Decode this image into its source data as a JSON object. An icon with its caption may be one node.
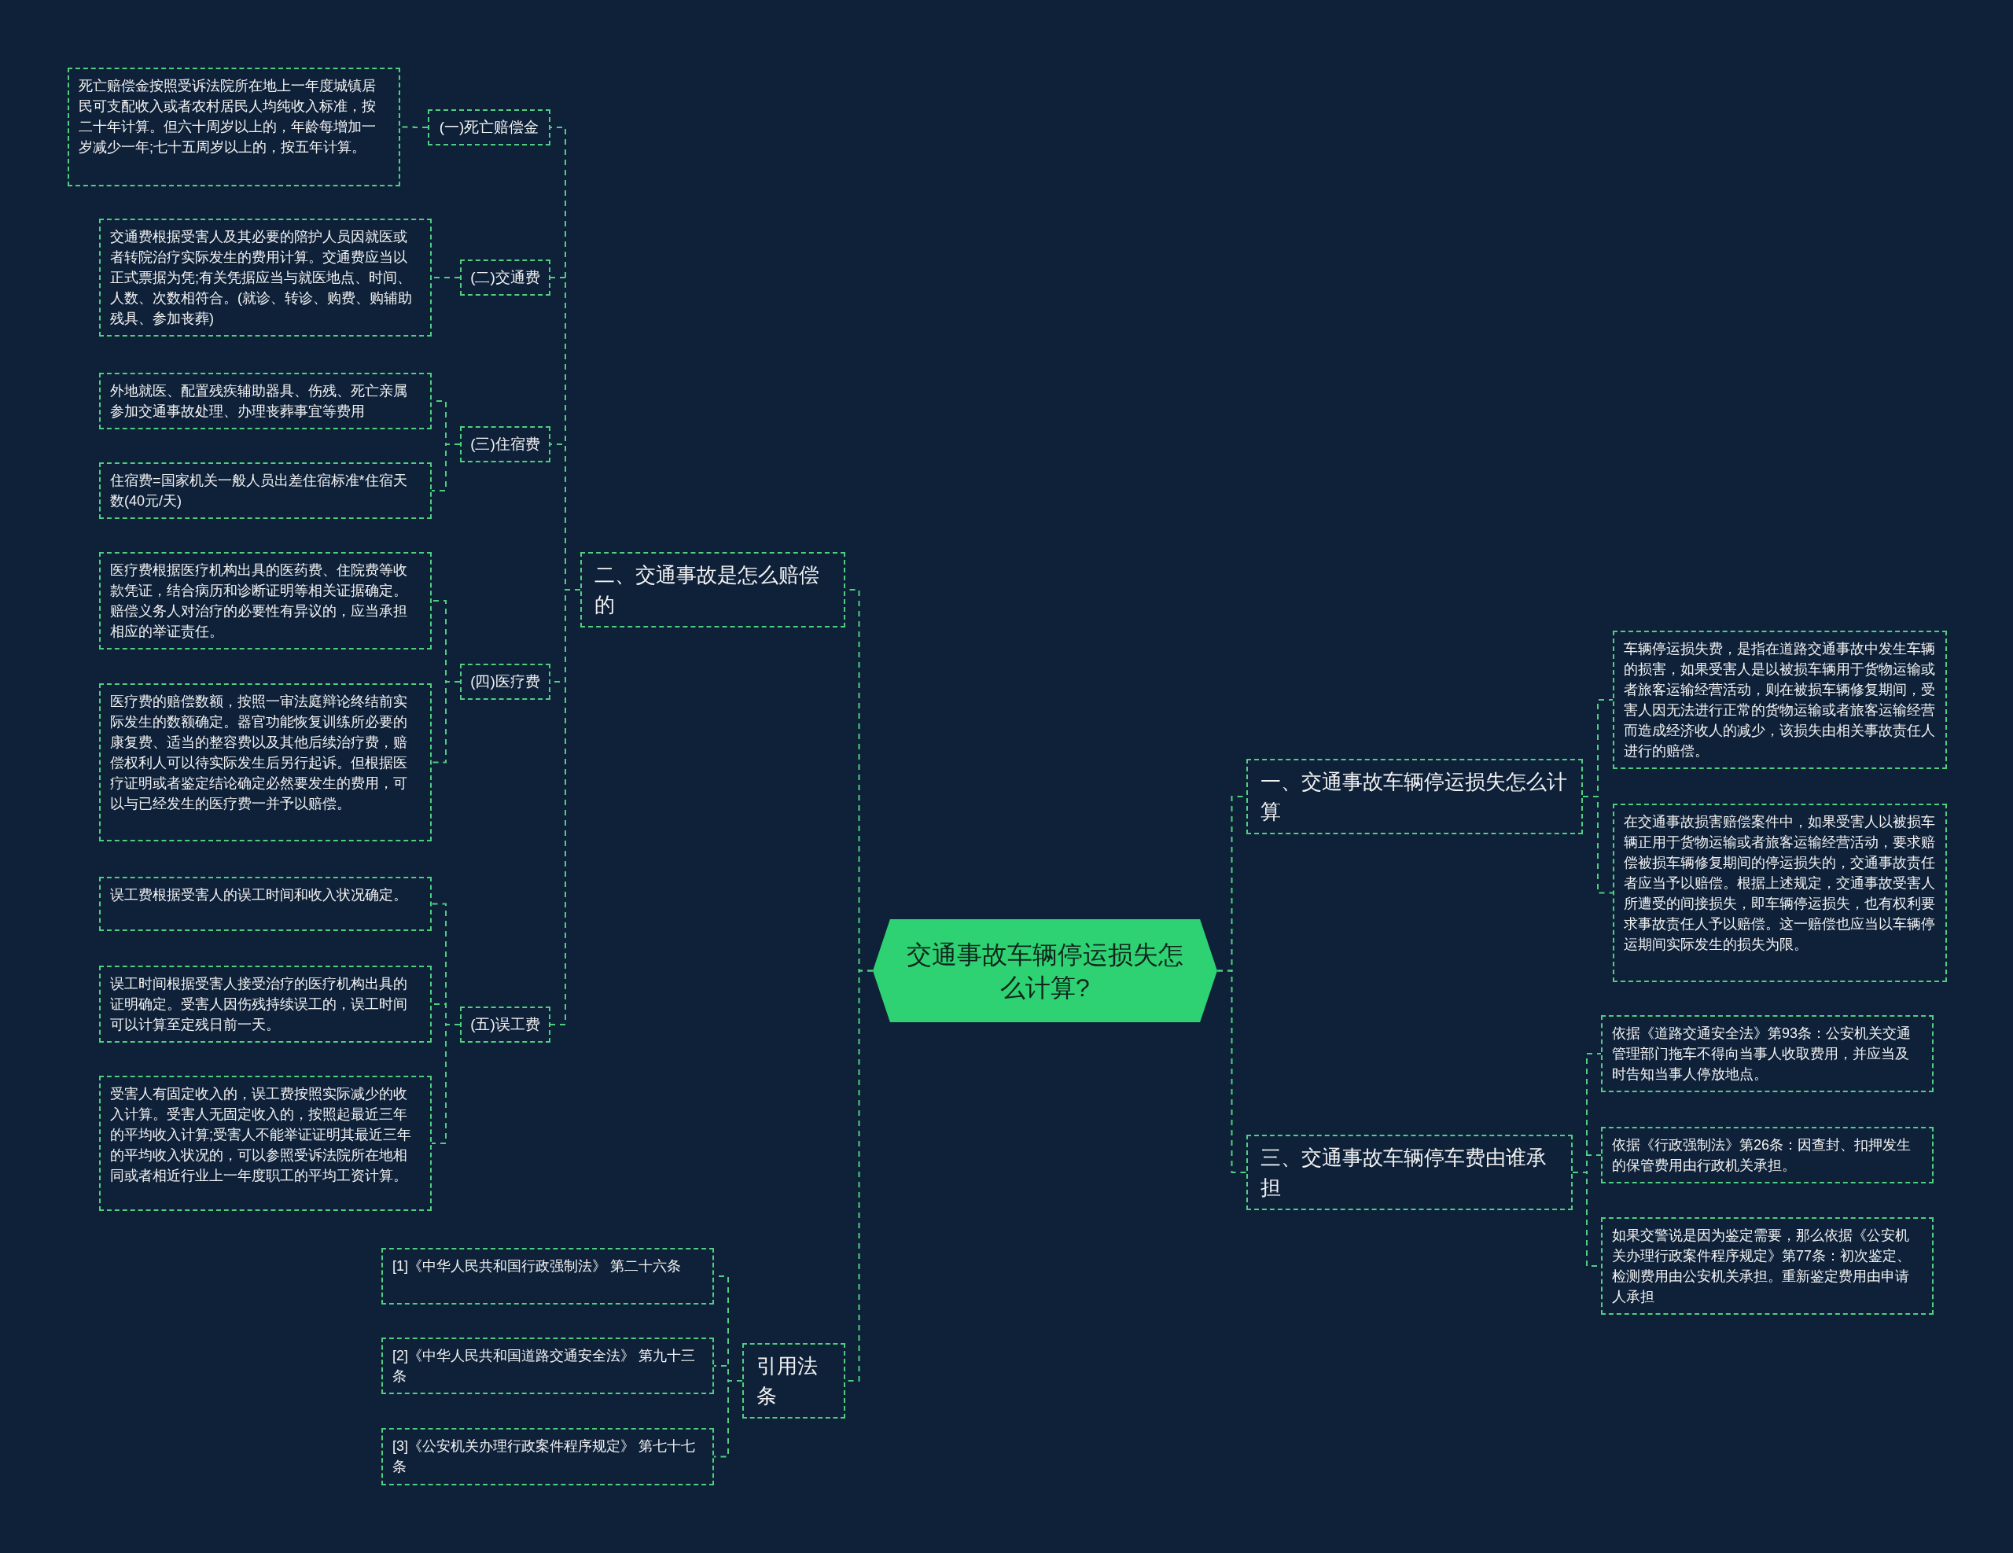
{
  "diagram": {
    "nodes": [
      {
        "text": [
          "交通事故车辆停运损失怎么计算?"
        ]
      },
      {
        "text": [
          "二、交通事故是怎么赔偿的"
        ]
      },
      {
        "text": [
          "(一)死亡赔偿金"
        ]
      },
      {
        "text": [
          "死亡赔偿金按照受诉法院所在地上一年度城镇居民可支配收入或者农村居民人均纯收入标准，按二十年计算。但六十周岁以上的，年龄每增加一岁减少一年;七十五周岁以上的，按五年计算。"
        ]
      },
      {
        "text": [
          "(二)交通费"
        ]
      },
      {
        "text": [
          "交通费根据受害人及其必要的陪护人员因就医或者转院治疗实际发生的费用计算。交通费应当以正式票据为凭;有关凭据应当与就医地点、时间、人数、次数相符合。(就诊、转诊、购费、购辅助残具、参加丧葬)"
        ]
      },
      {
        "text": [
          "(三)住宿费"
        ]
      },
      {
        "text": [
          "外地就医、配置残疾辅助器具、伤残、死亡亲属参加交通事故处理、办理丧葬事宜等费用"
        ]
      },
      {
        "text": [
          "住宿费=国家机关一般人员出差住宿标准*住宿天数(40元/天)"
        ]
      },
      {
        "text": [
          "(四)医疗费"
        ]
      },
      {
        "text": [
          "医疗费根据医疗机构出具的医药费、住院费等收款凭证，结合病历和诊断证明等相关证据确定。赔偿义务人对治疗的必要性有异议的，应当承担相应的举证责任。"
        ]
      },
      {
        "text": [
          "医疗费的赔偿数额，按照一审法庭辩论终结前实际发生的数额确定。器官功能恢复训练所必要的康复费、适当的整容费以及其他后续治疗费，赔偿权利人可以待实际发生后另行起诉。但根据医疗证明或者鉴定结论确定必然要发生的费用，可以与已经发生的医疗费一并予以赔偿。"
        ]
      },
      {
        "text": [
          "(五)误工费"
        ]
      },
      {
        "text": [
          "误工费根据受害人的误工时间和收入状况确定。"
        ]
      },
      {
        "text": [
          "误工时间根据受害人接受治疗的医疗机构出具的证明确定。受害人因伤残持续误工的，误工时间可以计算至定残日前一天。"
        ]
      },
      {
        "text": [
          "受害人有固定收入的，误工费按照实际减少的收入计算。受害人无固定收入的，按照起最近三年的平均收入计算;受害人不能举证证明其最近三年的平均收入状况的，可以参照受诉法院所在地相同或者相近行业上一年度职工的平均工资计算。"
        ]
      },
      {
        "text": [
          "引用法条"
        ]
      },
      {
        "text": [
          "[1]《中华人民共和国行政强制法》 第二十六条"
        ]
      },
      {
        "text": [
          "[2]《中华人民共和国道路交通安全法》 第九十三条"
        ]
      },
      {
        "text": [
          "[3]《公安机关办理行政案件程序规定》 第七十七条"
        ]
      },
      {
        "text": [
          "一、交通事故车辆停运损失怎么计算"
        ]
      },
      {
        "text": [
          "车辆停运损失费，是指在道路交通事故中发生车辆的损害，如果受害人是以被损车辆用于货物运输或者旅客运输经营活动，则在被损车辆修复期间，受害人因无法进行正常的货物运输或者旅客运输经营而造成经济收人的减少，该损失由相关事故责任人进行的赔偿。"
        ]
      },
      {
        "text": [
          "在交通事故损害赔偿案件中，如果受害人以被损车辆正用于货物运输或者旅客运输经营活动，要求赔偿被损车辆修复期间的停运损失的，交通事故责任者应当予以赔偿。根据上述规定，交通事故受害人所遭受的间接损失，即车辆停运损失，也有权利要求事故责任人予以赔偿。这一赔偿也应当以车辆停运期间实际发生的损失为限。"
        ]
      },
      {
        "text": [
          "三、交通事故车辆停车费由谁承担"
        ]
      },
      {
        "text": [
          "依据《道路交通安全法》第93条：公安机关交通管理部门拖车不得向当事人收取费用，并应当及时告知当事人停放地点。"
        ]
      },
      {
        "text": [
          "依据《行政强制法》第26条：因查封、扣押发生的保管费用由行政机关承担。"
        ]
      },
      {
        "text": [
          "如果交警说是因为鉴定需要，那么依据《公安机关办理行政案件程序规定》第77条：初次鉴定、检测费用由公安机关承担。重新鉴定费用由申请人承担"
        ]
      }
    ],
    "edges": [
      {
        "from": 0,
        "to": 1,
        "arrow": "none"
      },
      {
        "from": 0,
        "to": 16,
        "arrow": "none"
      },
      {
        "from": 0,
        "to": 20,
        "arrow": "none"
      },
      {
        "from": 0,
        "to": 23,
        "arrow": "none"
      },
      {
        "from": 1,
        "to": 2,
        "arrow": "none"
      },
      {
        "from": 1,
        "to": 4,
        "arrow": "none"
      },
      {
        "from": 1,
        "to": 6,
        "arrow": "none"
      },
      {
        "from": 1,
        "to": 9,
        "arrow": "none"
      },
      {
        "from": 1,
        "to": 12,
        "arrow": "none"
      },
      {
        "from": 2,
        "to": 3,
        "arrow": "none"
      },
      {
        "from": 4,
        "to": 5,
        "arrow": "none"
      },
      {
        "from": 6,
        "to": 7,
        "arrow": "none"
      },
      {
        "from": 6,
        "to": 8,
        "arrow": "none"
      },
      {
        "from": 9,
        "to": 10,
        "arrow": "none"
      },
      {
        "from": 9,
        "to": 11,
        "arrow": "none"
      },
      {
        "from": 12,
        "to": 13,
        "arrow": "none"
      },
      {
        "from": 12,
        "to": 14,
        "arrow": "none"
      },
      {
        "from": 12,
        "to": 15,
        "arrow": "none"
      },
      {
        "from": 16,
        "to": 17,
        "arrow": "none"
      },
      {
        "from": 16,
        "to": 18,
        "arrow": "none"
      },
      {
        "from": 16,
        "to": 19,
        "arrow": "none"
      },
      {
        "from": 20,
        "to": 21,
        "arrow": "none"
      },
      {
        "from": 20,
        "to": 22,
        "arrow": "none"
      },
      {
        "from": 23,
        "to": 24,
        "arrow": "none"
      },
      {
        "from": 23,
        "to": 25,
        "arrow": "none"
      },
      {
        "from": 23,
        "to": 26,
        "arrow": "none"
      }
    ]
  }
}
